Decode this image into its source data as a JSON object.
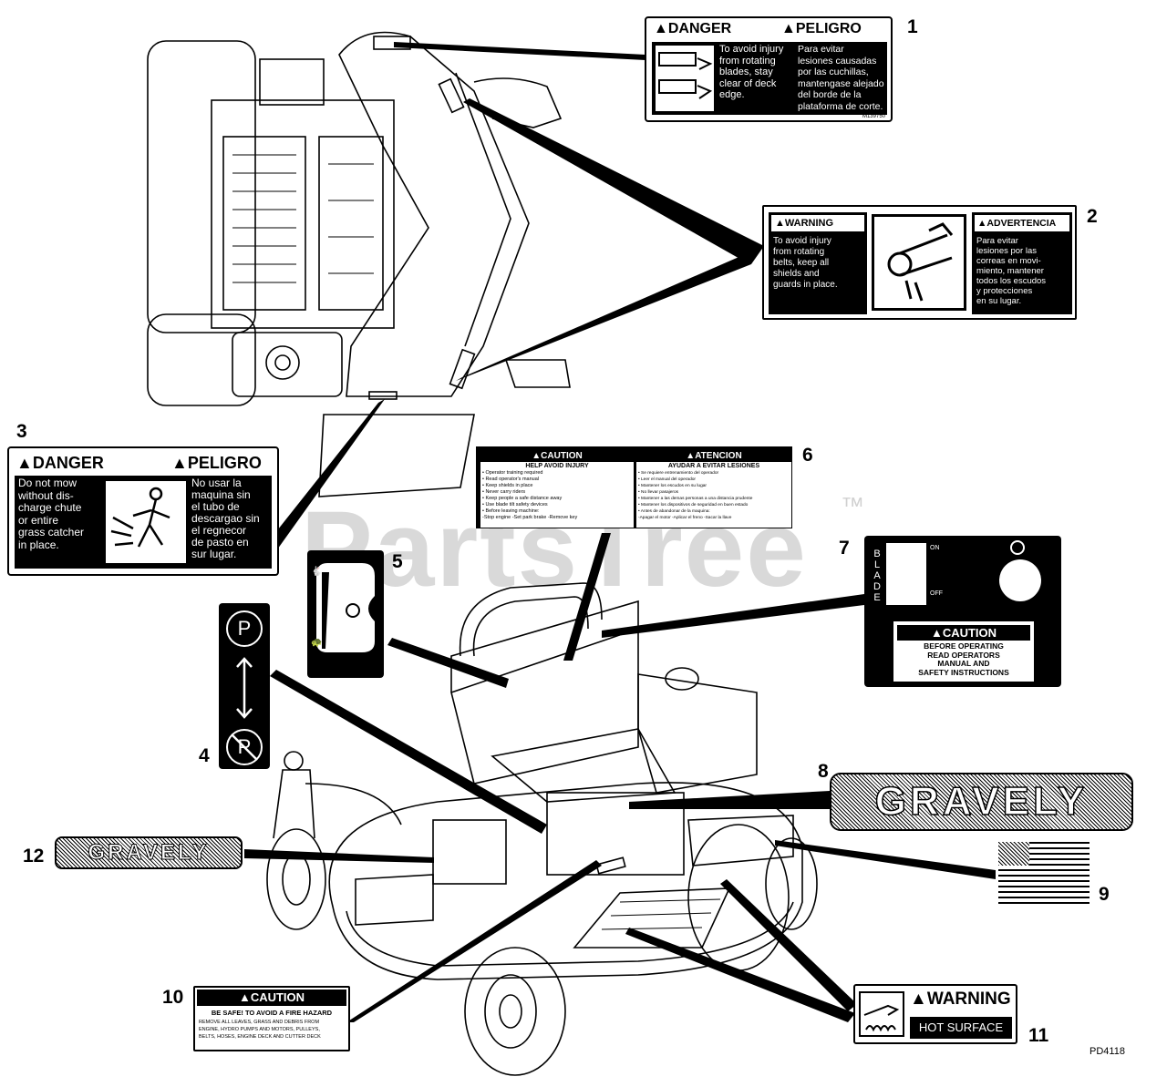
{
  "figure_code": "PD4118",
  "watermark": "PartsTree",
  "watermark_tm": "™",
  "callouts": {
    "c1": "1",
    "c2": "2",
    "c3": "3",
    "c4": "4",
    "c5": "5",
    "c6": "6",
    "c7": "7",
    "c8": "8",
    "c9": "9",
    "c10": "10",
    "c11": "11",
    "c12": "12"
  },
  "label1": {
    "danger": "DANGER",
    "peligro": "PELIGRO",
    "en_lines": [
      "To avoid injury",
      "from rotating",
      "blades, stay",
      "clear of deck",
      "edge."
    ],
    "es_lines": [
      "Para evitar",
      "lesiones causadas",
      "por las cuchillas,",
      "mantengase alejado",
      "del borde de la",
      "plataforma de corte."
    ],
    "part_no": "M139750"
  },
  "label2": {
    "warning": "WARNING",
    "advertencia": "ADVERTENCIA",
    "en_lines": [
      "To avoid injury",
      "from rotating",
      "belts, keep all",
      "shields and",
      "guards in place."
    ],
    "es_lines": [
      "Para evitar",
      "lesiones por las",
      "correas en movi-",
      "miento, mantener",
      "todos los escudos",
      "y protecciones",
      "en su lugar."
    ]
  },
  "label3": {
    "danger": "DANGER",
    "peligro": "PELIGRO",
    "en_lines": [
      "Do not mow",
      "without dis-",
      "charge chute",
      "or entire",
      "grass catcher",
      "in place."
    ],
    "es_lines": [
      "No usar la",
      "maquina sin",
      "el tubo de",
      "descargao sin",
      "el regnecor",
      "de pasto en",
      "sur lugar."
    ]
  },
  "label6": {
    "caution": "CAUTION",
    "atencion": "ATENCION",
    "en_head": "HELP AVOID INJURY",
    "es_head": "AYUDAR A EVITAR LESIONES",
    "en_lines": [
      "• Operator training required",
      "• Read operator's manual",
      "• Keep shields in place",
      "• Never carry riders",
      "• Keep people a safe distance away",
      "• Use blade tilt safety devices",
      "• Before leaving machine:",
      "  -Stop engine -Set park brake -Remove key"
    ],
    "es_lines": [
      "• Se requiere entrenamiento del operador",
      "• Leer el manual del operador",
      "• Mantener los escudos en su lugar",
      "• No llevar pasajeros",
      "• Mantener a las demas personas a una distancia prudente",
      "• Mantener los dispositivos de seguridad en buen estado",
      "• Antes de abandonar de la maquina:",
      "  -Apagar el motor -Aplicar el freno -Sacar la llave"
    ]
  },
  "label7": {
    "blade": "BLADE",
    "on": "ON",
    "off": "OFF",
    "caution": "CAUTION",
    "lines": [
      "BEFORE OPERATING",
      "READ OPERATORS",
      "MANUAL AND",
      "SAFETY INSTRUCTIONS"
    ]
  },
  "label8": {
    "brand": "GRAVELY"
  },
  "label12": {
    "brand": "GRAVELY"
  },
  "label10": {
    "caution": "CAUTION",
    "line1": "BE SAFE! TO AVOID A FIRE HAZARD",
    "lines": [
      "REMOVE ALL LEAVES, GRASS AND DEBRIS FROM",
      "ENGINE, HYDRO PUMPS AND MOTORS, PULLEYS,",
      "BELTS, HOSES, ENGINE DECK AND CUTTER DECK"
    ]
  },
  "label11": {
    "warning": "WARNING",
    "hot": "HOT SURFACE"
  },
  "label4": {
    "park": "P"
  }
}
